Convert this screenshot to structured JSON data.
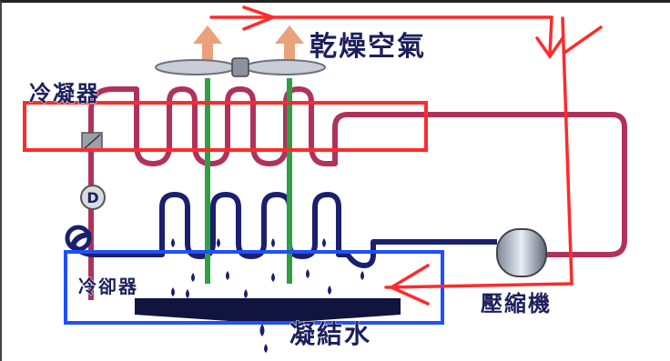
{
  "labels": {
    "dry_air": "乾燥空氣",
    "condenser": "冷凝器",
    "cooler": "冷卻器",
    "compressor": "壓縮機",
    "condensate": "凝結水"
  },
  "components": {
    "expansion_valve_letter": "D"
  },
  "colors": {
    "refrigerant_hot": "#b0325a",
    "refrigerant_cold": "#1a1f6e",
    "air_flow": "#2ea043",
    "annotation_red": "#ff2a2a",
    "annotation_blue": "#1f4fff",
    "exhaust_arrow": "#e9a27b"
  },
  "icons": [
    "fan-icon",
    "exhaust-arrow-icon",
    "expansion-valve-icon",
    "filter-drier-icon",
    "compressor-icon",
    "water-drop-icon"
  ]
}
